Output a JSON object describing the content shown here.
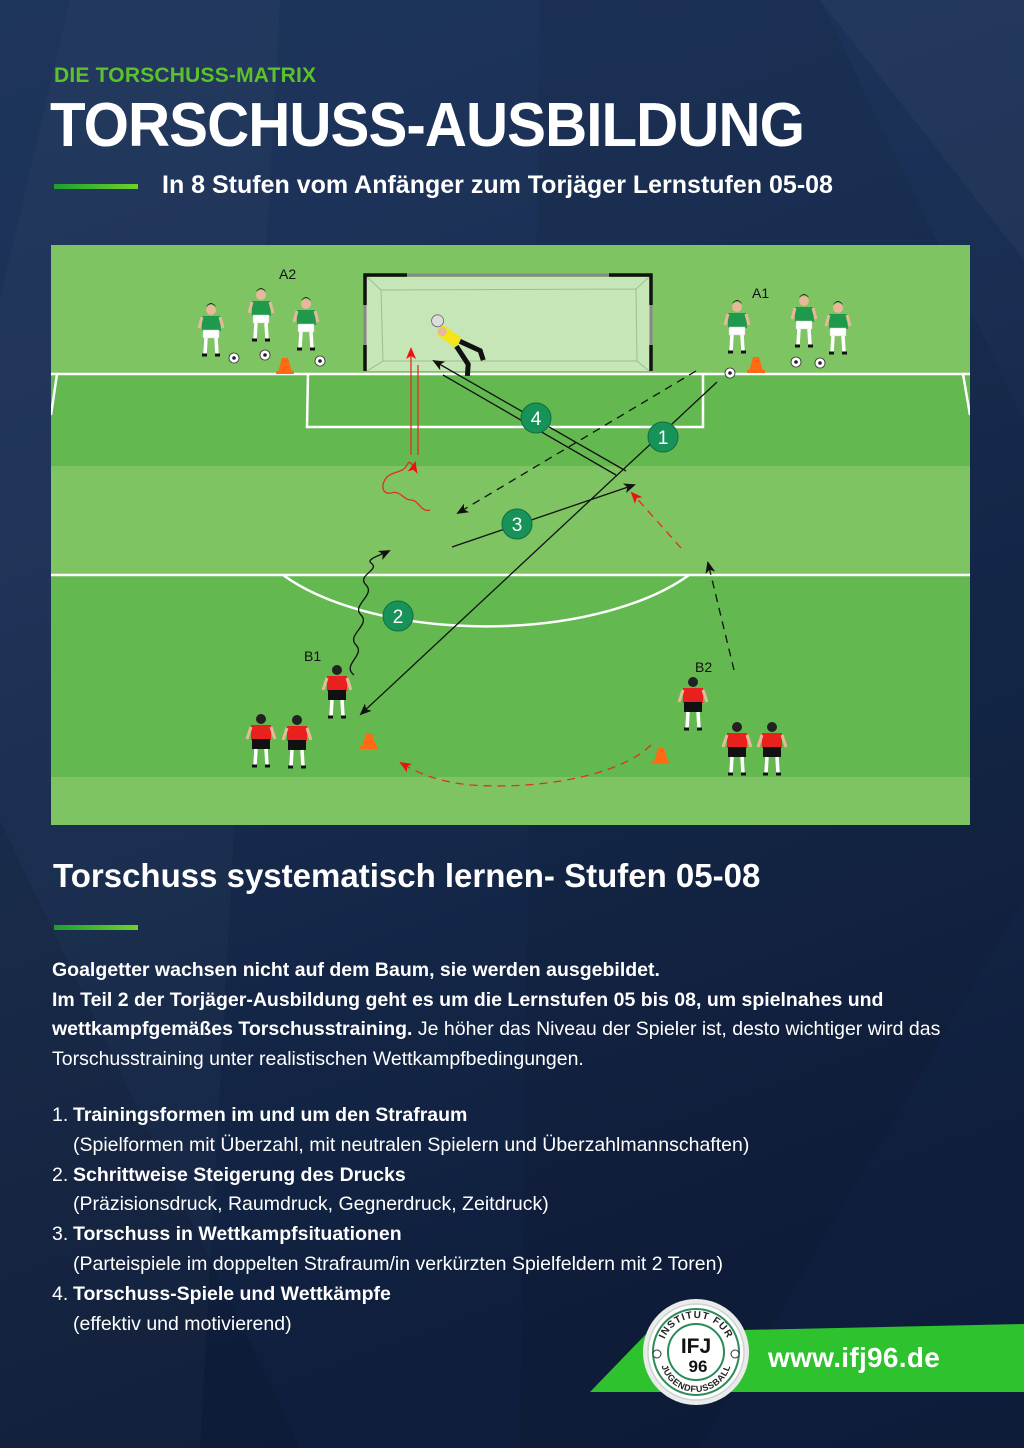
{
  "header": {
    "kicker": "DIE TORSCHUSS-MATRIX",
    "title": "TORSCHUSS-AUSBILDUNG",
    "subtitle": "In 8 Stufen vom Anfänger zum Torjäger Lernstufen 05-08"
  },
  "diagram": {
    "group_labels": {
      "a1": "A1",
      "a2": "A2",
      "b1": "B1",
      "b2": "B2"
    },
    "steps": [
      "1",
      "2",
      "3",
      "4"
    ],
    "colors": {
      "field_light": "#7ec462",
      "field_dark": "#63b84f",
      "team_a": "#1f9a4d",
      "team_b": "#e8201e",
      "goalkeeper": "#f2e51c",
      "step_badge": "#17935a",
      "cone": "#ff6a13",
      "run_arrow": "#e03020"
    }
  },
  "section": {
    "title": "Torschuss systematisch lernen- Stufen 05-08",
    "intro_bold_1": "Goalgetter wachsen nicht auf dem Baum, sie werden ausgebildet.",
    "intro_bold_2": "Im Teil 2 der Torjäger-Ausbildung geht es um die Lernstufen 05 bis 08, um spielnahes und wettkampfgemäßes Torschusstraining.",
    "intro_regular": " Je höher das Niveau der Spieler ist, desto wichtiger wird das Torschusstraining unter realistischen Wettkampfbedingungen."
  },
  "list": [
    {
      "num": "1.",
      "head": "Trainingsformen im und um den Strafraum",
      "sub": "(Spielformen mit Überzahl, mit neutralen Spielern und Überzahlmannschaften)"
    },
    {
      "num": "2.",
      "head": "Schrittweise Steigerung des Drucks",
      "sub": "(Präzisionsdruck, Raumdruck, Gegnerdruck, Zeitdruck)"
    },
    {
      "num": "3.",
      "head": "Torschuss in Wettkampfsituationen",
      "sub": "(Parteispiele im doppelten Strafraum/in verkürzten Spielfeldern mit 2 Toren)"
    },
    {
      "num": "4.",
      "head": "Torschuss-Spiele und Wettkämpfe",
      "sub": "(effektiv und motivierend)"
    }
  ],
  "footer": {
    "url": "www.ifj96.de",
    "logo_top": "INSTITUT FÜR",
    "logo_bottom": "JUGENDFUSSBALL",
    "logo_mark": "IFJ",
    "logo_number": "96",
    "banner_color": "#2ec22e"
  }
}
